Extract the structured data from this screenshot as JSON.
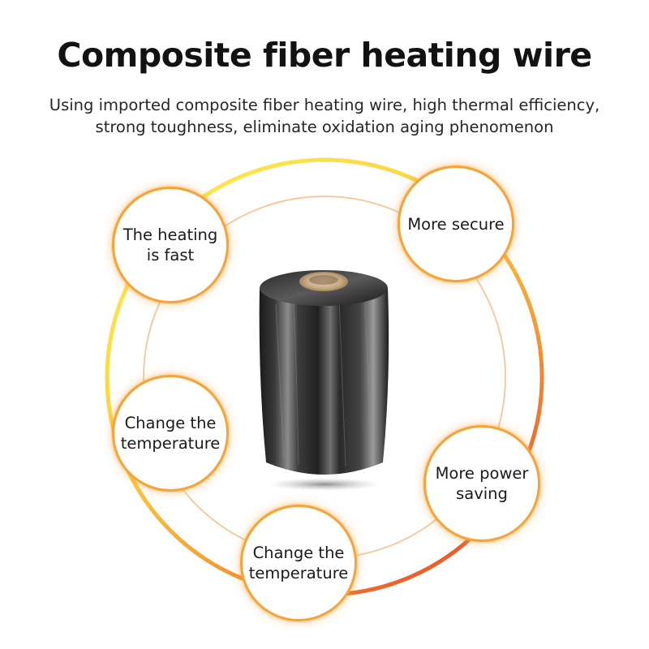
{
  "header": {
    "title": "Composite fiber heating wire",
    "subtitle_lines": [
      "Using imported composite fiber heating wire, high thermal efficiency,",
      "strong toughness, eliminate oxidation aging phenomenon"
    ]
  },
  "features": [
    {
      "lines": [
        "The heating",
        "is fast"
      ]
    },
    {
      "lines": [
        "More secure"
      ]
    },
    {
      "lines": [
        "Change the",
        "temperature"
      ]
    },
    {
      "lines": [
        "More power",
        "saving"
      ]
    },
    {
      "lines": [
        "Change the",
        "temperature"
      ]
    }
  ],
  "product": {
    "icon": "carbon-fiber-spool"
  },
  "colors": {
    "ring_yellow": "#fde64a",
    "ring_orange": "#f7a034",
    "ring_red": "#ea5a2c",
    "bubble_border": "#f5a43a",
    "inner_ring": "#f6c69a",
    "title_text": "#121212"
  }
}
